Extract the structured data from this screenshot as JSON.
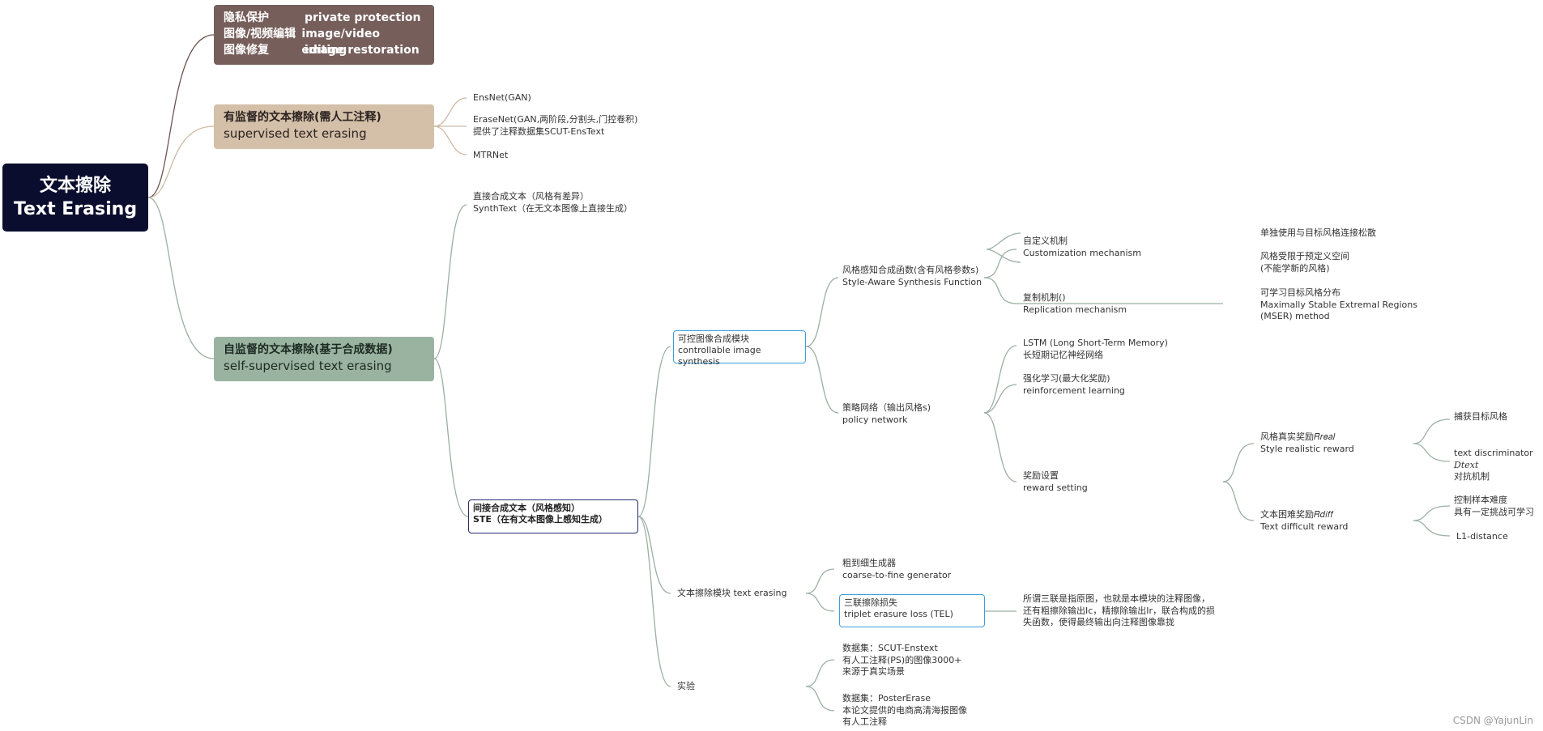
{
  "root": {
    "zh": "文本擦除",
    "en": "Text Erasing"
  },
  "apps": [
    {
      "zh": "隐私保护",
      "en": "private protection"
    },
    {
      "zh": "图像/视频编辑",
      "en": "image/video editing"
    },
    {
      "zh": "图像修复",
      "en": "image restoration"
    }
  ],
  "supervised": {
    "title_zh": "有监督的文本擦除(需人工注释)",
    "title_en": "supervised text erasing",
    "items": [
      "EnsNet(GAN)",
      "EraseNet(GAN,两阶段,分割头,门控卷积)",
      "提供了注释数据集SCUT-EnsText",
      "MTRNet"
    ]
  },
  "self_supervised": {
    "title_zh": "自监督的文本擦除(基于合成数据)",
    "title_en": "self-supervised text erasing",
    "direct": [
      "直接合成文本（风格有差异）",
      "SynthText（在无文本图像上直接生成）"
    ],
    "ste": [
      "间接合成文本（风格感知）",
      "STE（在有文本图像上感知生成）"
    ]
  },
  "synthesis": {
    "module": [
      "可控图像合成模块",
      "controllable image synthesis"
    ],
    "style_func": [
      "风格感知合成函数(含有风格参数s)",
      "Style-Aware Synthesis Function"
    ],
    "custom": [
      "自定义机制",
      "Customization mechanism"
    ],
    "custom_notes": [
      "单独使用与目标风格连接松散",
      "风格受限于预定义空间",
      "(不能学新的风格)"
    ],
    "replication": [
      "复制机制()",
      "Replication mechanism"
    ],
    "replication_notes": [
      "可学习目标风格分布",
      "Maximally Stable Extremal Regions",
      "(MSER) method"
    ],
    "policy": [
      "策略网络（输出风格s)",
      "policy network"
    ],
    "lstm": [
      "LSTM (Long Short-Term Memory)",
      "长短期记忆神经网络"
    ],
    "rl": [
      "强化学习(最大化奖励)",
      "reinforcement learning"
    ],
    "reward": [
      "奖励设置",
      "reward setting"
    ],
    "style_reward": [
      "风格真实奖励𝑅𝑟𝑒𝑎𝑙",
      "Style realistic reward"
    ],
    "style_reward_notes": [
      "捕获目标风格",
      "text discriminator",
      "𝐷𝑡𝑒𝑥𝑡",
      "对抗机制"
    ],
    "diff_reward": [
      "文本困难奖励𝑅𝑑𝑖𝑓𝑓",
      "Text difficult reward"
    ],
    "diff_reward_notes": [
      "控制样本难度",
      "具有一定挑战可学习",
      "L1-distance"
    ]
  },
  "erasing": {
    "module": "文本擦除模块 text erasing",
    "coarse": [
      "粗到细生成器",
      "coarse-to-fine generator"
    ],
    "tel": [
      "三联擦除损失",
      "triplet erasure loss (TEL)"
    ],
    "tel_note": [
      "所谓三联是指原图，也就是本模块的注释图像，",
      "还有粗擦除输出Ic，精擦除输出Ir，联合构成的损",
      "失函数，使得最终输出向注释图像靠拢"
    ]
  },
  "experiment": {
    "label": "实验",
    "dataset1": [
      "数据集：SCUT-Enstext",
      "有人工注释(PS)的图像3000+",
      "来源于真实场景"
    ],
    "dataset2": [
      "数据集：PosterErase",
      "本论文提供的电商高清海报图像",
      "有人工注释"
    ]
  },
  "watermark": "CSDN @YajunLin",
  "colors": {
    "root": "#0b0d2e",
    "apps": "#765f5b",
    "supervised": "#d4bfa8",
    "self_supervised": "#9ab3a0",
    "accent_box": "#3b9fdc",
    "ste_box": "#262a6e",
    "link": "#9bb0a2"
  }
}
